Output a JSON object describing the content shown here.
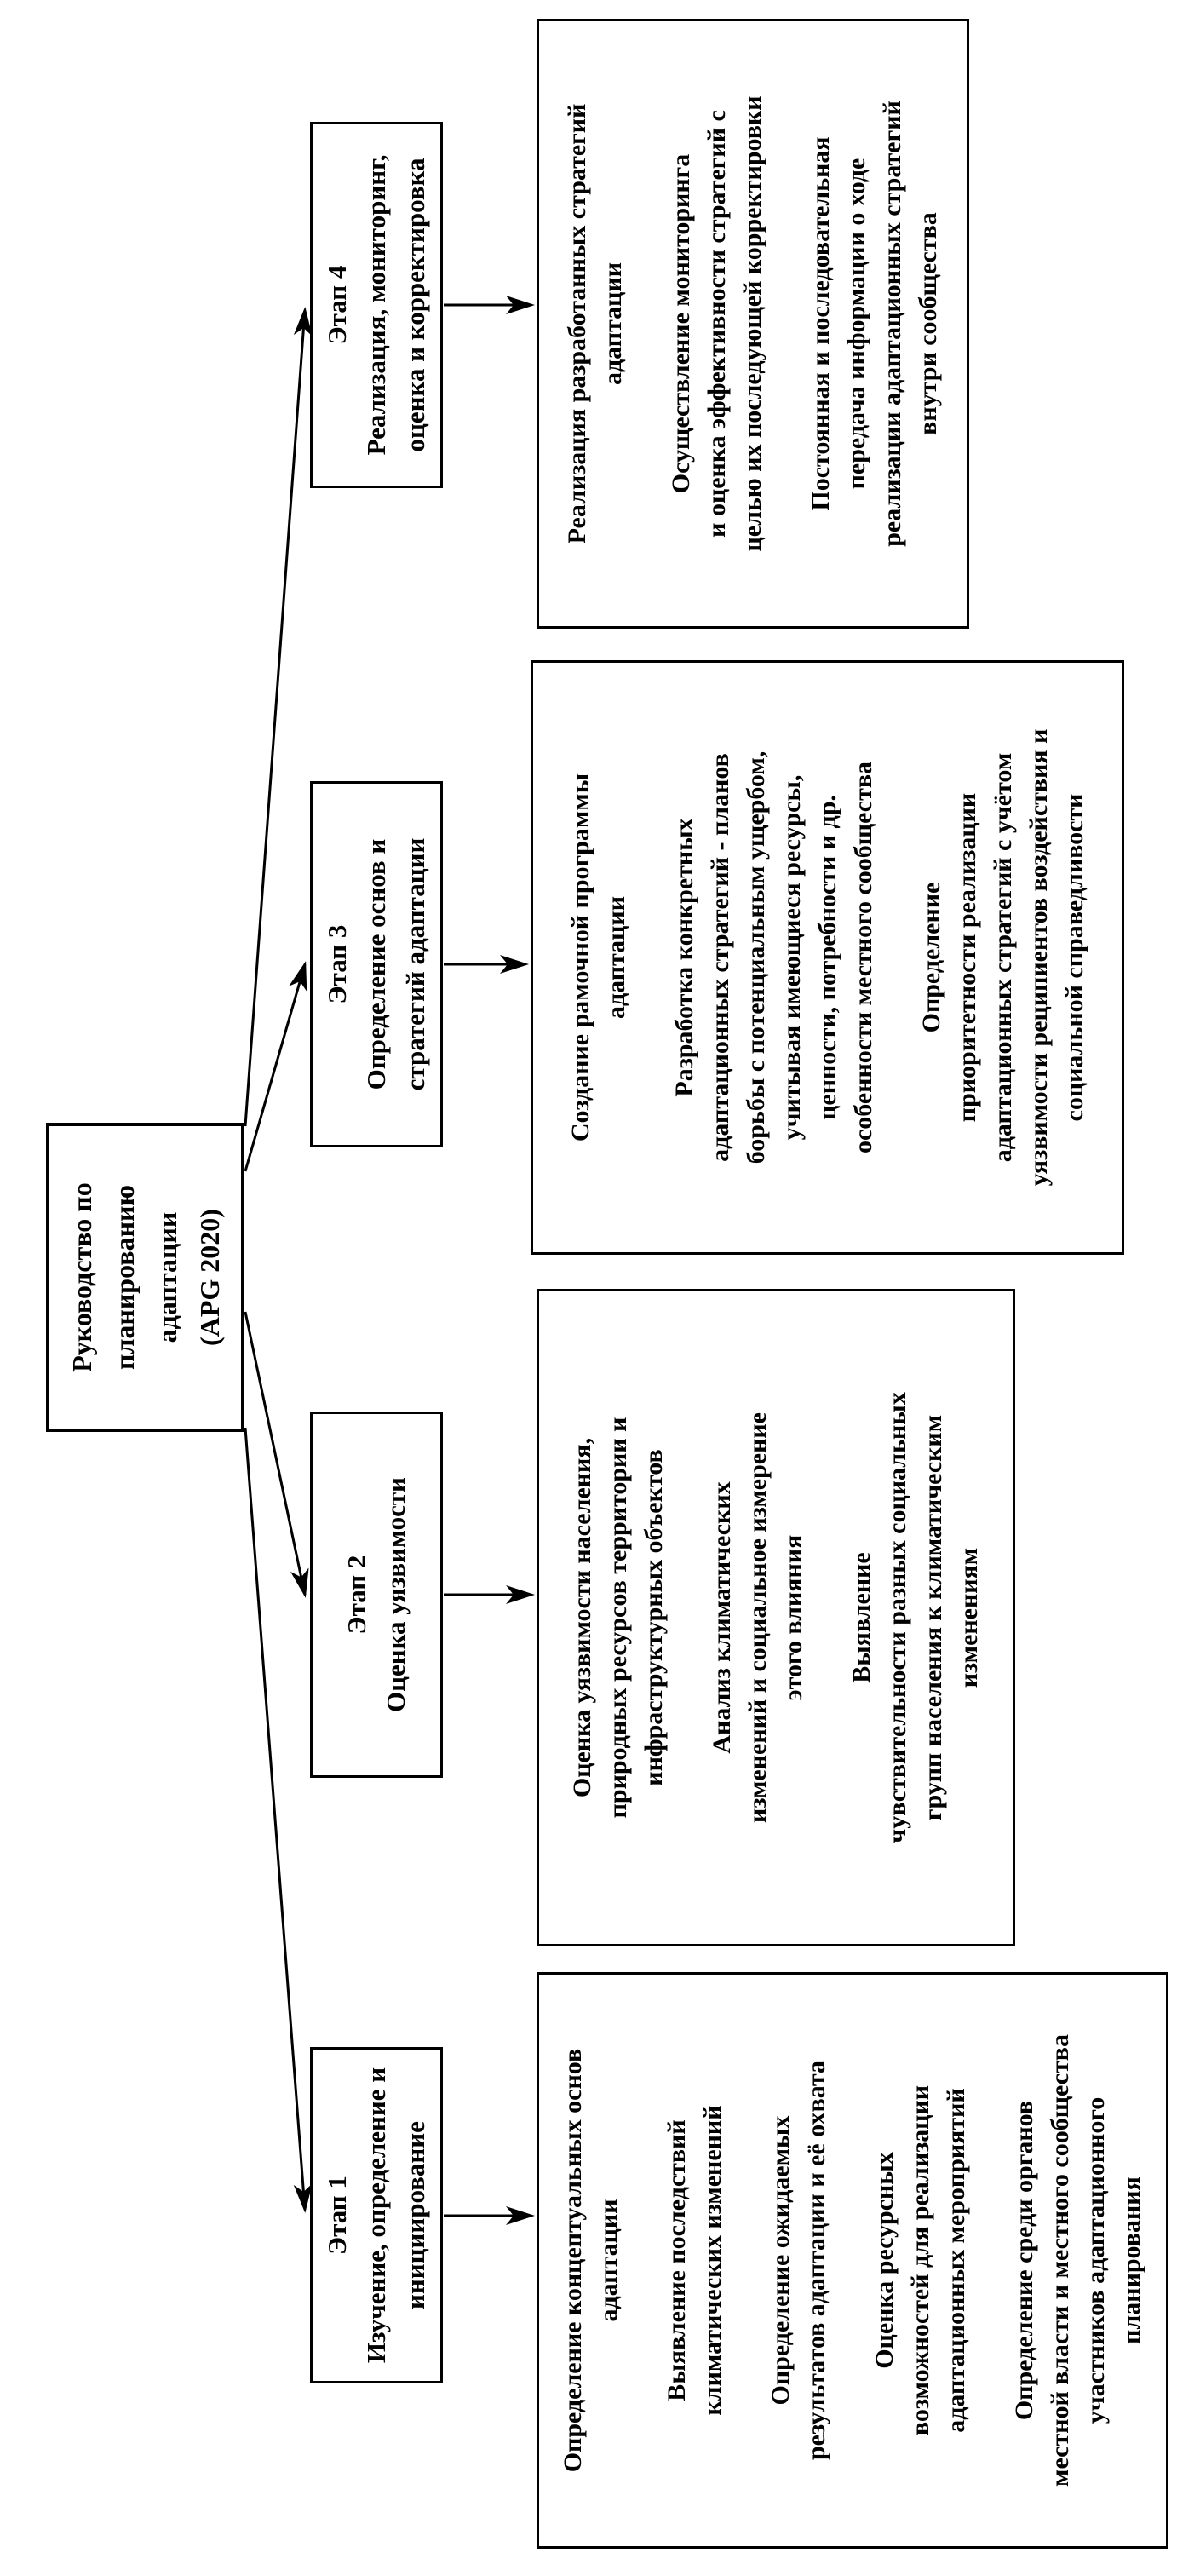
{
  "root": {
    "title": "Руководство по\nпланированию\nадаптации\n(APG 2020)"
  },
  "stages": [
    {
      "header": "Этап 1\nИзучение, определение и\nинициирование",
      "details": [
        "Определение концептуальных основ\nадаптации",
        "Выявление последствий\nклиматических изменений",
        "Определение ожидаемых\nрезультатов адаптации и её охвата",
        "Оценка ресурсных\nвозможностей для реализации\nадаптационных мероприятий",
        "Определение среди органов\nместной власти и местного сообщества\nучастников адаптационного\nпланирования"
      ]
    },
    {
      "header": "Этап 2\nОценка уязвимости",
      "details": [
        "Оценка уязвимости населения,\nприродных ресурсов территории и\nинфраструктурных объектов",
        "Анализ климатических\nизменений и социальное измерение\nэтого влияния",
        "Выявление\nчувствительности разных социальных\nгрупп населения к климатическим\nизменениям"
      ]
    },
    {
      "header": "Этап 3\nОпределение основ и\nстратегий адаптации",
      "details": [
        "Создание рамочной программы\nадаптации",
        "Разработка конкретных\nадаптационных стратегий - планов\nборьбы с потенциальным ущербом,\nучитывая имеющиеся ресурсы,\nценности, потребности и др.\nособенности местного сообщества",
        "Определение\nприоритетности реализации\nадаптационных стратегий с учётом\nуязвимости реципиентов воздействия и\nсоциальной справедливости"
      ]
    },
    {
      "header": "Этап 4\nРеализация, мониторинг,\nоценка и корректировка",
      "details": [
        "Реализация разработанных стратегий\nадаптации",
        "Осуществление мониторинга\nи оценка эффективности стратегий с\nцелью их последующей корректировки",
        "Постоянная и последовательная\nпередача информации о ходе\nреализации адаптационных стратегий\nвнутри сообщества"
      ]
    }
  ],
  "colors": {
    "line": "#000000",
    "background": "#ffffff",
    "text": "#000000"
  }
}
